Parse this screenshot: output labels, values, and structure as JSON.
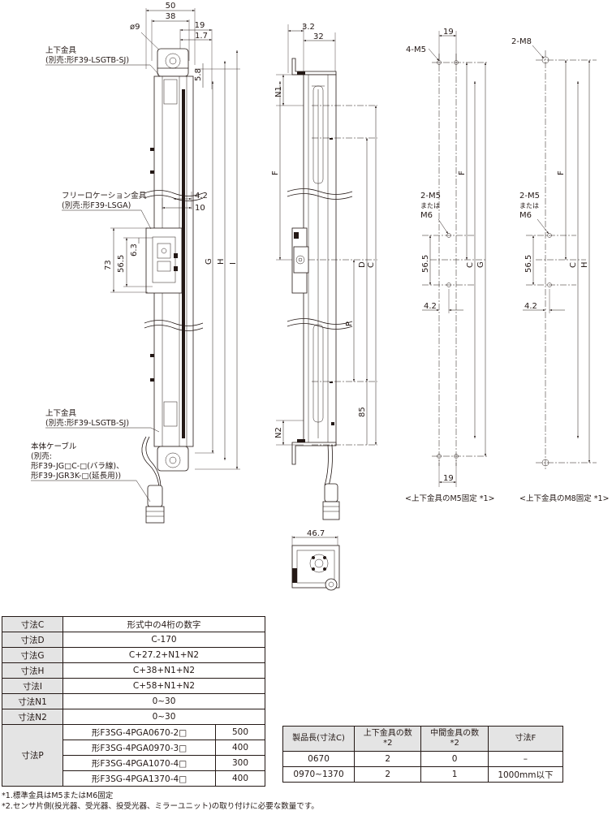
{
  "drawing": {
    "front_view": {
      "dims": {
        "w50": "50",
        "w38": "38",
        "w19": "19",
        "w1_7": "1.7",
        "phi9": "ø9",
        "v5_8": "5.8",
        "w4_2": "4.2",
        "w10": "10",
        "h73": "73",
        "h56_5": "56.5",
        "h6_3": "6.3",
        "g": "G",
        "h": "H",
        "i": "I"
      },
      "labels": {
        "top_bracket_1": "上下金具",
        "top_bracket_2": "(別売:形F39-LSGTB-SJ)",
        "float_bracket_1": "フリーロケーション金具",
        "float_bracket_2": "(別売:形F39-LSGA)",
        "bottom_bracket_1": "上下金具",
        "bottom_bracket_2": "(別売:形F39-LSGTB-SJ)",
        "cable_1": "本体ケーブル",
        "cable_2": "(別売:",
        "cable_3": "形F39-JG□C-□(バラ線)、",
        "cable_4": "形F39-JGR3K-□(延長用))"
      }
    },
    "side_view": {
      "dims": {
        "w3_2": "3.2",
        "w32": "32",
        "n1": "N1",
        "n2": "N2",
        "f": "F",
        "d": "D",
        "c": "C",
        "p": "P",
        "v85": "85"
      }
    },
    "m5_view": {
      "dims": {
        "w19_top": "19",
        "w19_bot": "19",
        "m5_top": "4-M5",
        "m5_mid_1": "2-M5",
        "m5_mid_2": "または",
        "m5_mid_3": "M6",
        "v56_5": "56.5",
        "v4_2": "4.2",
        "f": "F",
        "c": "C",
        "g": "G"
      },
      "caption": "<上下金具のM5固定 *1>"
    },
    "m8_view": {
      "dims": {
        "m8_top": "2-M8",
        "m5_mid_1": "2-M5",
        "m5_mid_2": "または",
        "m5_mid_3": "M6",
        "v56_5": "56.5",
        "v4_2": "4.2",
        "f": "F",
        "c": "C",
        "h": "H"
      },
      "caption": "<上下金具のM8固定 *1>"
    },
    "bottom_view": {
      "dims": {
        "w46_7": "46.7"
      }
    }
  },
  "spec_table": {
    "rows": [
      {
        "label": "寸法C",
        "value": "形式中の4桁の数字"
      },
      {
        "label": "寸法D",
        "value": "C-170"
      },
      {
        "label": "寸法G",
        "value": "C+27.2+N1+N2"
      },
      {
        "label": "寸法H",
        "value": "C+38+N1+N2"
      },
      {
        "label": "寸法I",
        "value": "C+58+N1+N2"
      },
      {
        "label": "寸法N1",
        "value": "0~30"
      },
      {
        "label": "寸法N2",
        "value": "0~30"
      }
    ],
    "p_label": "寸法P",
    "p_rows": [
      {
        "model": "形F3SG-4PGA0670-2□",
        "value": "500"
      },
      {
        "model": "形F3SG-4PGA0970-3□",
        "value": "400"
      },
      {
        "model": "形F3SG-4PGA1070-4□",
        "value": "300"
      },
      {
        "model": "形F3SG-4PGA1370-4□",
        "value": "400"
      }
    ]
  },
  "qty_table": {
    "headers": {
      "length": "製品長(寸法C)",
      "top_bottom_1": "上下金具の数",
      "top_bottom_2": "*2",
      "middle_1": "中間金具の数",
      "middle_2": "*2",
      "dim_f": "寸法F"
    },
    "rows": [
      {
        "length": "0670",
        "top_bottom": "2",
        "middle": "0",
        "dim_f": "–"
      },
      {
        "length": "0970~1370",
        "top_bottom": "2",
        "middle": "1",
        "dim_f": "1000mm以下"
      }
    ]
  },
  "notes": [
    "*1.標準金具はM5またはM6固定",
    "*2.センサ片側(投光器、受光器、投受光器、ミラーユニット)の取り付けに必要な数量です。"
  ]
}
